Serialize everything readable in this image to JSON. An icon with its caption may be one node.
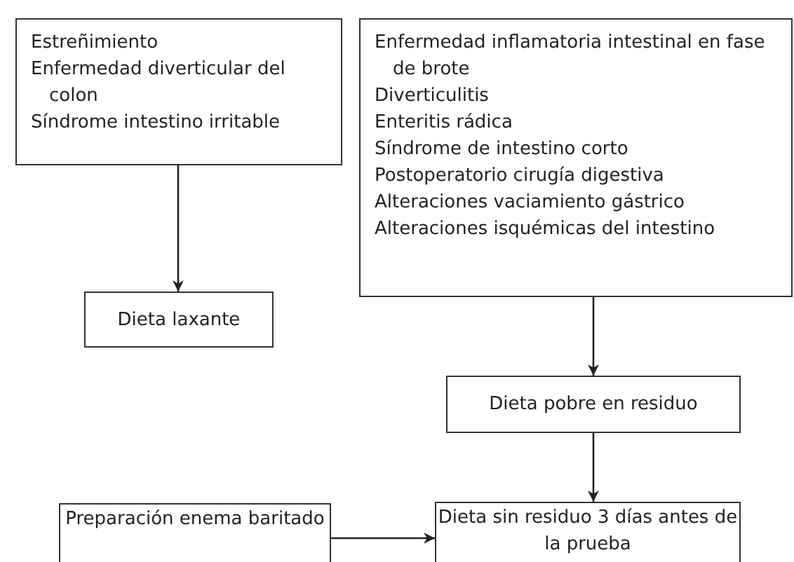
{
  "diagram": {
    "nodes": [
      {
        "text": [
          "Estreñimiento",
          "Enfermedad diverticular del colon",
          "Síndrome intestino irritable"
        ]
      },
      {
        "text": [
          "Enfermedad inflamatoria intestinal en fase de brote",
          "Diverticulitis",
          "Enteritis rádica",
          "Síndrome de intestino corto",
          "Postoperatorio cirugía digestiva",
          "Alteraciones vaciamiento gástrico",
          "Alteraciones isquémicas del intestino"
        ]
      },
      {
        "text": [
          "Dieta laxante"
        ]
      },
      {
        "text": [
          "Dieta pobre en residuo"
        ]
      },
      {
        "text": [
          "Preparación enema baritado"
        ]
      },
      {
        "text": [
          "Dieta sin residuo 3 días antes de la prueba"
        ]
      }
    ],
    "edges": [
      {
        "from": 0,
        "to": 2,
        "arrow": "to"
      },
      {
        "from": 1,
        "to": 3,
        "arrow": "to"
      },
      {
        "from": 3,
        "to": 5,
        "arrow": "to"
      },
      {
        "from": 4,
        "to": 5,
        "arrow": "to"
      }
    ]
  }
}
